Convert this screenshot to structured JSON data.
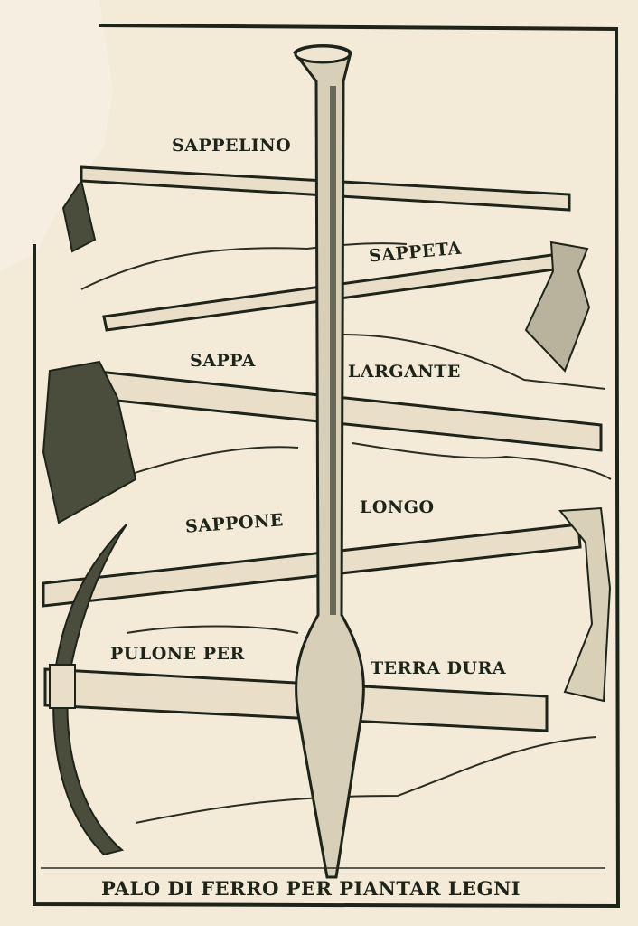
{
  "labels": {
    "sappelino": "SAPPELINO",
    "sappeta": "SAPPETA",
    "sappa": "SAPPA",
    "largante": "LARGANTE",
    "sappone": "SAPPONE",
    "longo": "LONGO",
    "pulone_per": "PULONE PER",
    "terra_dura": "TERRA DURA"
  },
  "caption": "PALO DI FERRO PER PIANTAR LEGNI",
  "colors": {
    "paper": "#f3ead8",
    "ink": "#1e2418"
  }
}
